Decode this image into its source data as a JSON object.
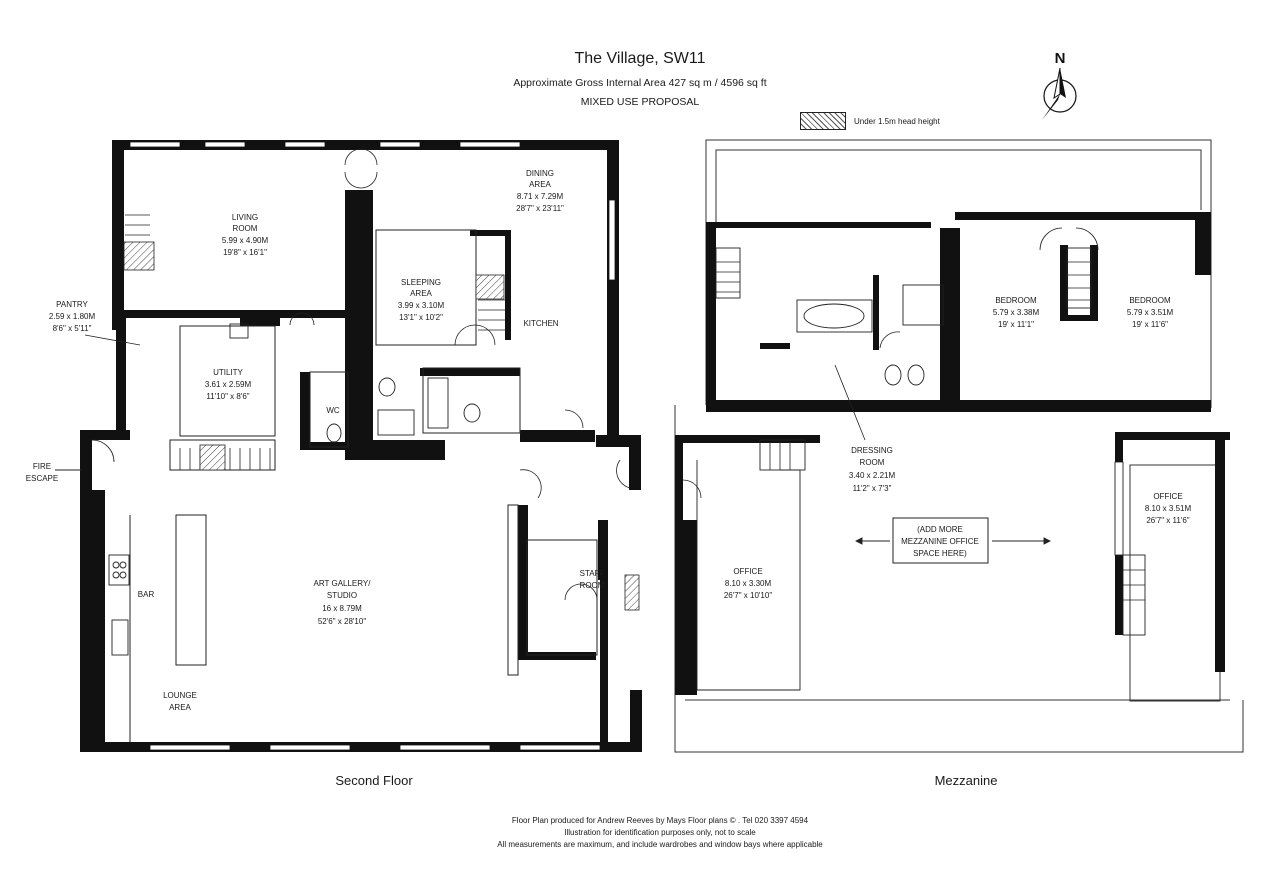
{
  "header": {
    "title": "The Village, SW11",
    "area": "Approximate Gross Internal Area 427 sq m /  4596 sq          ft",
    "proposal": "MIXED USE PROPOSAL"
  },
  "legend": {
    "label": "Under 1.5m head height"
  },
  "compass": {
    "label": "N"
  },
  "floors": {
    "second_floor": "Second Floor",
    "mezzanine": "Mezzanine"
  },
  "rooms": {
    "living": [
      "LIVING",
      "ROOM",
      "5.99 x 4.90M",
      "19'8\" x 16'1\""
    ],
    "dining": [
      "DINING",
      "AREA",
      "8.71 x 7.29M",
      "28'7\" x 23'11\""
    ],
    "sleeping": [
      "SLEEPING",
      "AREA",
      "3.99 x 3.10M",
      "13'1\" x 10'2\""
    ],
    "kitchen": [
      "KITCHEN"
    ],
    "pantry": [
      "PANTRY",
      "2.59 x 1.80M",
      "8'6\" x 5'11\""
    ],
    "utility": [
      "UTILITY",
      "3.61 x 2.59M",
      "11'10\" x 8'6\""
    ],
    "wc": [
      "WC"
    ],
    "fire_escape": [
      "FIRE",
      "ESCAPE"
    ],
    "bar": [
      "BAR"
    ],
    "gallery": [
      "ART GALLERY/",
      "STUDIO",
      "16 x 8.79M",
      "52'6\" x 28'10\""
    ],
    "staff": [
      "STAFF",
      "ROOM"
    ],
    "lounge": [
      "LOUNGE",
      "AREA"
    ],
    "bedroom1": [
      "BEDROOM",
      "5.79 x 3.38M",
      "19' x 11'1\""
    ],
    "bedroom2": [
      "BEDROOM",
      "5.79 x 3.51M",
      "19' x 11'6\""
    ],
    "dressing": [
      "DRESSING",
      "ROOM",
      "3.40 x 2.21M",
      "11'2\" x 7'3\""
    ],
    "office_left": [
      "OFFICE",
      "8.10 x 3.30M",
      "26'7\" x 10'10\""
    ],
    "office_right": [
      "OFFICE",
      "8.10 x 3.51M",
      "26'7\" x 11'6\""
    ],
    "add_more": [
      "(ADD MORE",
      "MEZZANINE OFFICE",
      "SPACE HERE)"
    ]
  },
  "footer": {
    "line1": "Floor Plan produced for Andrew Reeves by Mays Floor       plans © . Tel 020 3397 4594",
    "line2": "Illustration for identification purposes only, not     to scale",
    "line3": "All measurements are maximum, and include wardrobes        and window bays where applicable"
  }
}
